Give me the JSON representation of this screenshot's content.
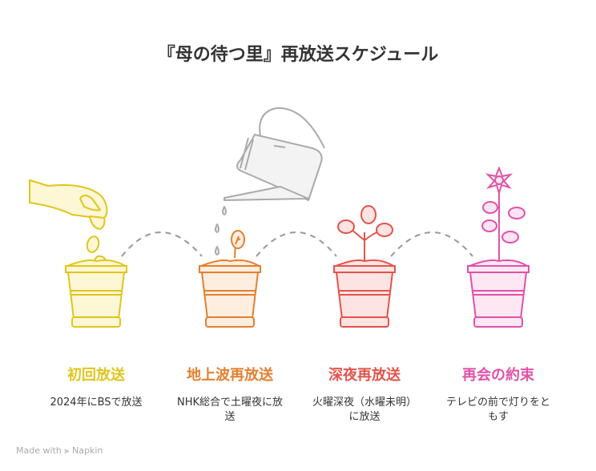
{
  "title": "『母の待つ里』再放送スケジュール",
  "colors": {
    "step1": "#e0c51c",
    "step2": "#e3802f",
    "step3": "#e2544c",
    "step4": "#e052a8",
    "can": "#aaaaaa"
  },
  "steps": [
    {
      "heading": "初回放送",
      "desc": "2024年にBSで放送",
      "icon": "hand-sowing-seeds"
    },
    {
      "heading": "地上波再放送",
      "desc": "NHK総合で土曜夜に放送",
      "icon": "watering-sprout"
    },
    {
      "heading": "深夜再放送",
      "desc": "火曜深夜（水曜未明）に放送",
      "icon": "young-plant"
    },
    {
      "heading": "再会の約束",
      "desc": "テレビの前で灯りをともす",
      "icon": "flowering-plant"
    }
  ],
  "footer": {
    "made_with": "Made with",
    "brand": "Napkin"
  }
}
